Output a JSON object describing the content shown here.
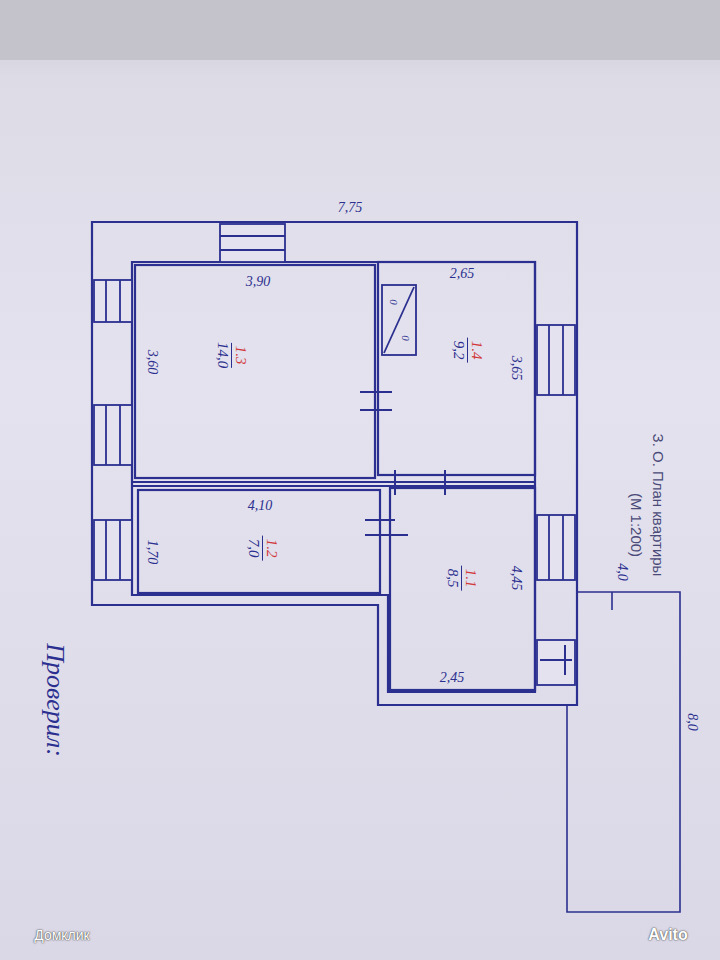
{
  "diagram": {
    "nodes": [
      {
        "text": [
          "1.3",
          "14,0"
        ]
      },
      {
        "text": [
          "1.4",
          "9,2"
        ]
      },
      {
        "text": [
          "1.2",
          "7,0"
        ]
      },
      {
        "text": [
          "1.1",
          "8,5"
        ]
      }
    ],
    "labels": [
      "7,75",
      "3,90",
      "2,65",
      "3,60",
      "3,65",
      "4,10",
      "1,70",
      "4,45",
      "2,45",
      "8,0",
      "4,0",
      "0",
      "0",
      "З. О. План квартиры",
      "(М 1:200)",
      "Проверил:",
      "Домклик",
      "Avito"
    ]
  }
}
